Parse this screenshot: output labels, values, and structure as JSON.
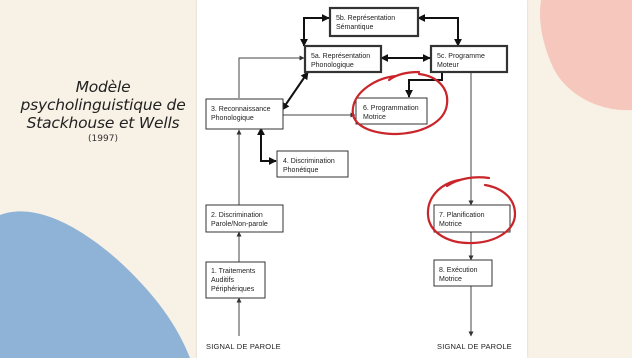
{
  "slide": {
    "title_lines": [
      "Modèle",
      "psycholinguistique de",
      "Stackhouse et Wells"
    ],
    "year": "(1997)"
  },
  "diagram": {
    "boxes": {
      "b5b": [
        "5b. Représentation",
        "Sémantique"
      ],
      "b5a": [
        "5a. Représentation",
        "Phonologique"
      ],
      "b5c": [
        "5c. Programme",
        "Moteur"
      ],
      "b3": [
        "3. Reconnaissance",
        "Phonologique"
      ],
      "b6": [
        "6. Programmation",
        "Motrice"
      ],
      "b4": [
        "4. Discrimination",
        "Phonétique"
      ],
      "b2": [
        "2. Discrimination",
        "Parole/Non-parole"
      ],
      "b7": [
        "7. Planification",
        "Motrice"
      ],
      "b1": [
        "1. Traitements",
        "Auditifs",
        "Périphériques"
      ],
      "b8": [
        "8. Exécution",
        "Motrice"
      ]
    },
    "signal_left": "SIGNAL DE PAROLE",
    "signal_right": "SIGNAL DE PAROLE"
  },
  "colors": {
    "background": "#f8f1e6",
    "pink_blob": "#f6c7bd",
    "blue_blob": "#8fb3d6",
    "annotation_red": "#c9252a"
  }
}
